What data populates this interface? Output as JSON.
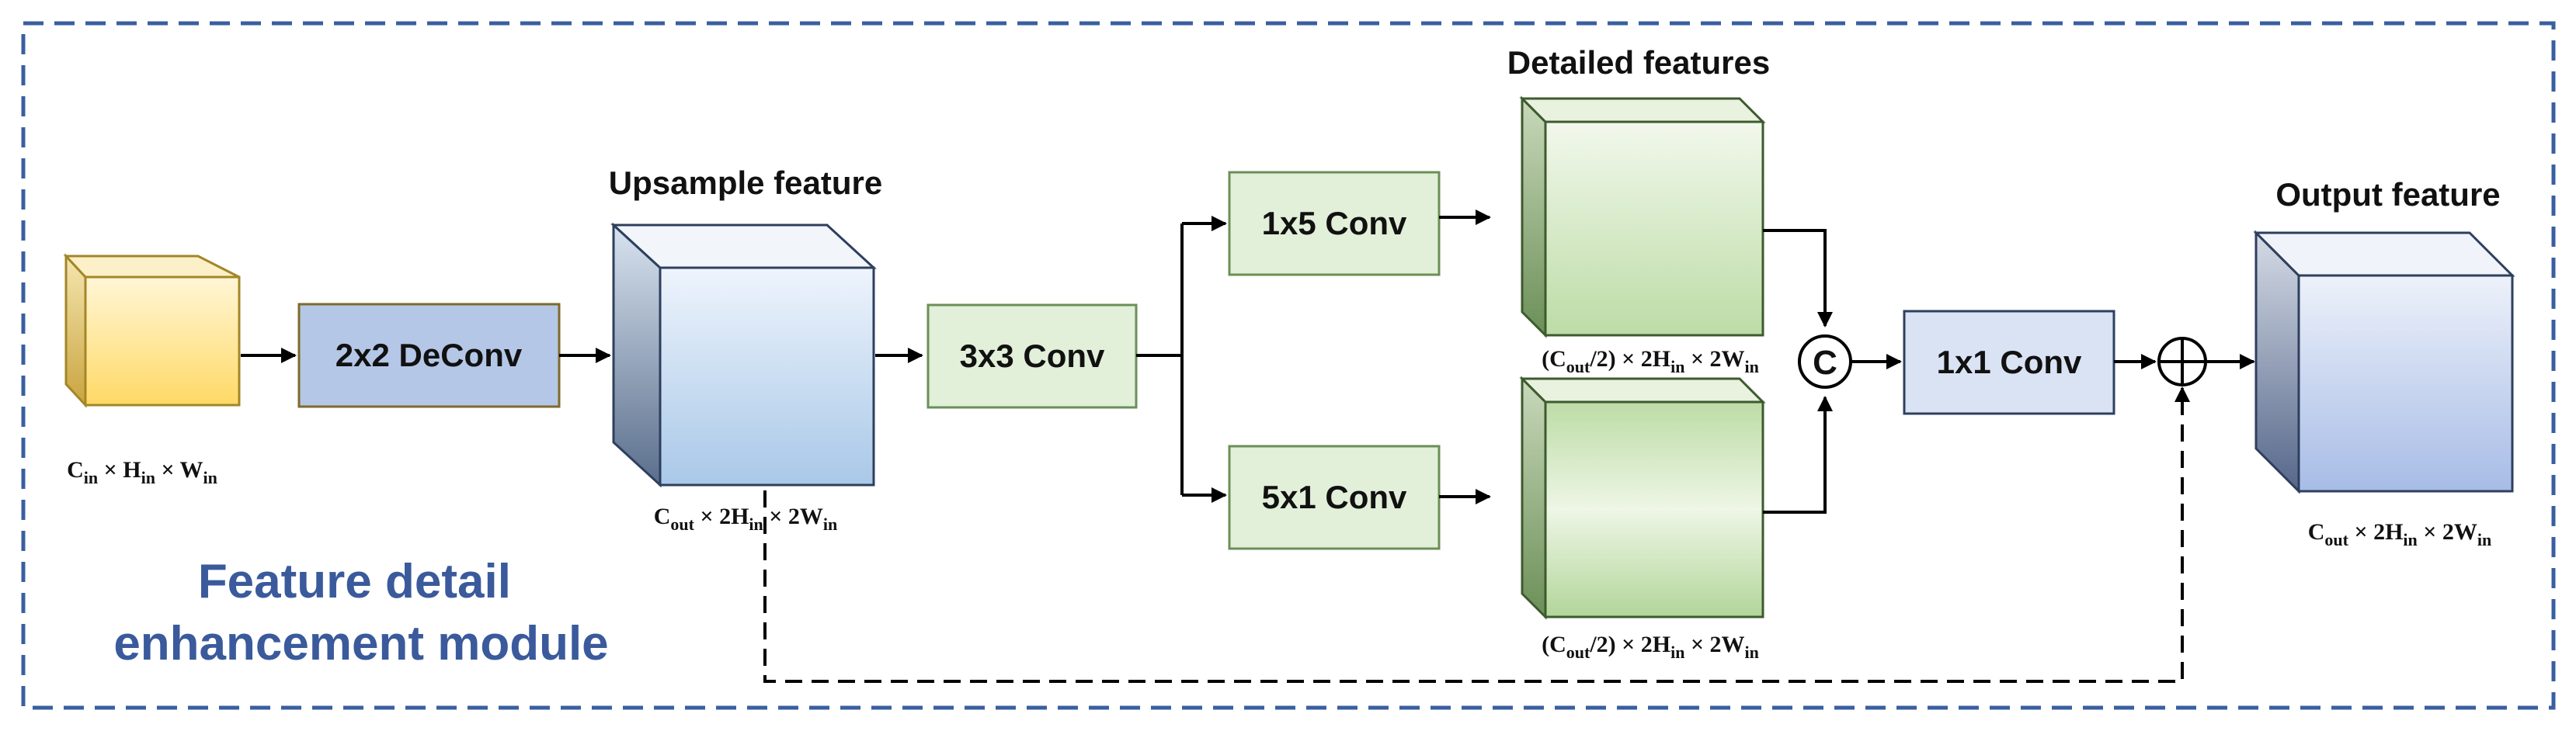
{
  "module_title_line1": "Feature detail",
  "module_title_line2": "enhancement module",
  "colors": {
    "frame": "#3a5fa0",
    "module_text": "#3a5a9c",
    "deconv_fill": "#b4c7e7",
    "conv_fill": "#e2efd9",
    "conv1x1_fill": "#dae3f3",
    "arrow": "#000000"
  },
  "input": {
    "dims": "C_in × H_in × W_in",
    "dims_main": [
      "C",
      "H",
      "W"
    ],
    "dims_sub": [
      "in",
      "in",
      "in"
    ],
    "dims_coef": [
      "",
      "",
      ""
    ]
  },
  "deconv": {
    "label": "2x2 DeConv"
  },
  "upsample": {
    "label": "Upsample feature",
    "dims_main": [
      "C",
      "H",
      "W"
    ],
    "dims_sub": [
      "out",
      "in",
      "in"
    ],
    "dims_coef": [
      "",
      "2",
      "2"
    ]
  },
  "conv3x3": {
    "label": "3x3 Conv"
  },
  "conv1x5": {
    "label": "1x5 Conv"
  },
  "conv5x1": {
    "label": "5x1 Conv"
  },
  "detailed": {
    "label": "Detailed features",
    "top_dims": "(C_out/2) × 2H_in × 2W_in",
    "bottom_dims": "(C_out/2) × 2H_in × 2W_in"
  },
  "concat": {
    "symbol": "C"
  },
  "conv1x1": {
    "label": "1x1 Conv"
  },
  "sum": {
    "symbol": "+"
  },
  "output": {
    "label": "Output feature",
    "dims_main": [
      "C",
      "H",
      "W"
    ],
    "dims_sub": [
      "out",
      "in",
      "in"
    ],
    "dims_coef": [
      "",
      "2",
      "2"
    ]
  }
}
